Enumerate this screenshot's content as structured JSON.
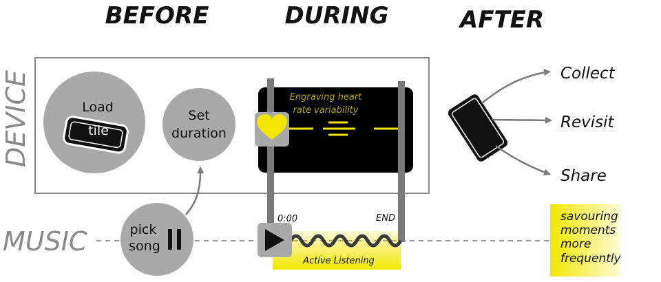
{
  "phases": {
    "before": "BEFORE",
    "during": "DURING",
    "after": "AFTER"
  },
  "lanes": {
    "device": "DEVICE",
    "music": "MUSIC"
  },
  "before": {
    "load_tile": {
      "line1": "Load",
      "line2": "tile"
    },
    "set_duration": {
      "line1": "Set",
      "line2": "duration"
    },
    "pick_song": {
      "line1": "pick",
      "line2": "song"
    }
  },
  "during": {
    "engraving": {
      "line1": "Engraving heart",
      "line2": "rate variability"
    },
    "time_start": "0:00",
    "time_end": "END",
    "active_listening": "Active Listening"
  },
  "after": {
    "collect": "Collect",
    "revisit": "Revisit",
    "share": "Share",
    "outcome": {
      "line1": "savouring",
      "line2": "moments",
      "line3": "more",
      "line4": "frequently"
    }
  },
  "colors": {
    "accent_yellow": "#f2e600",
    "circle_gray": "#a9a9a9",
    "bar_gray": "#7a7a7a",
    "screen_black": "#000000",
    "engraving_text": "#b8a400"
  },
  "icons": {
    "heart": "heart-icon",
    "play": "play-icon",
    "pause": "pause-icon",
    "tile": "tile-device-icon",
    "phone": "phone-device-icon"
  }
}
